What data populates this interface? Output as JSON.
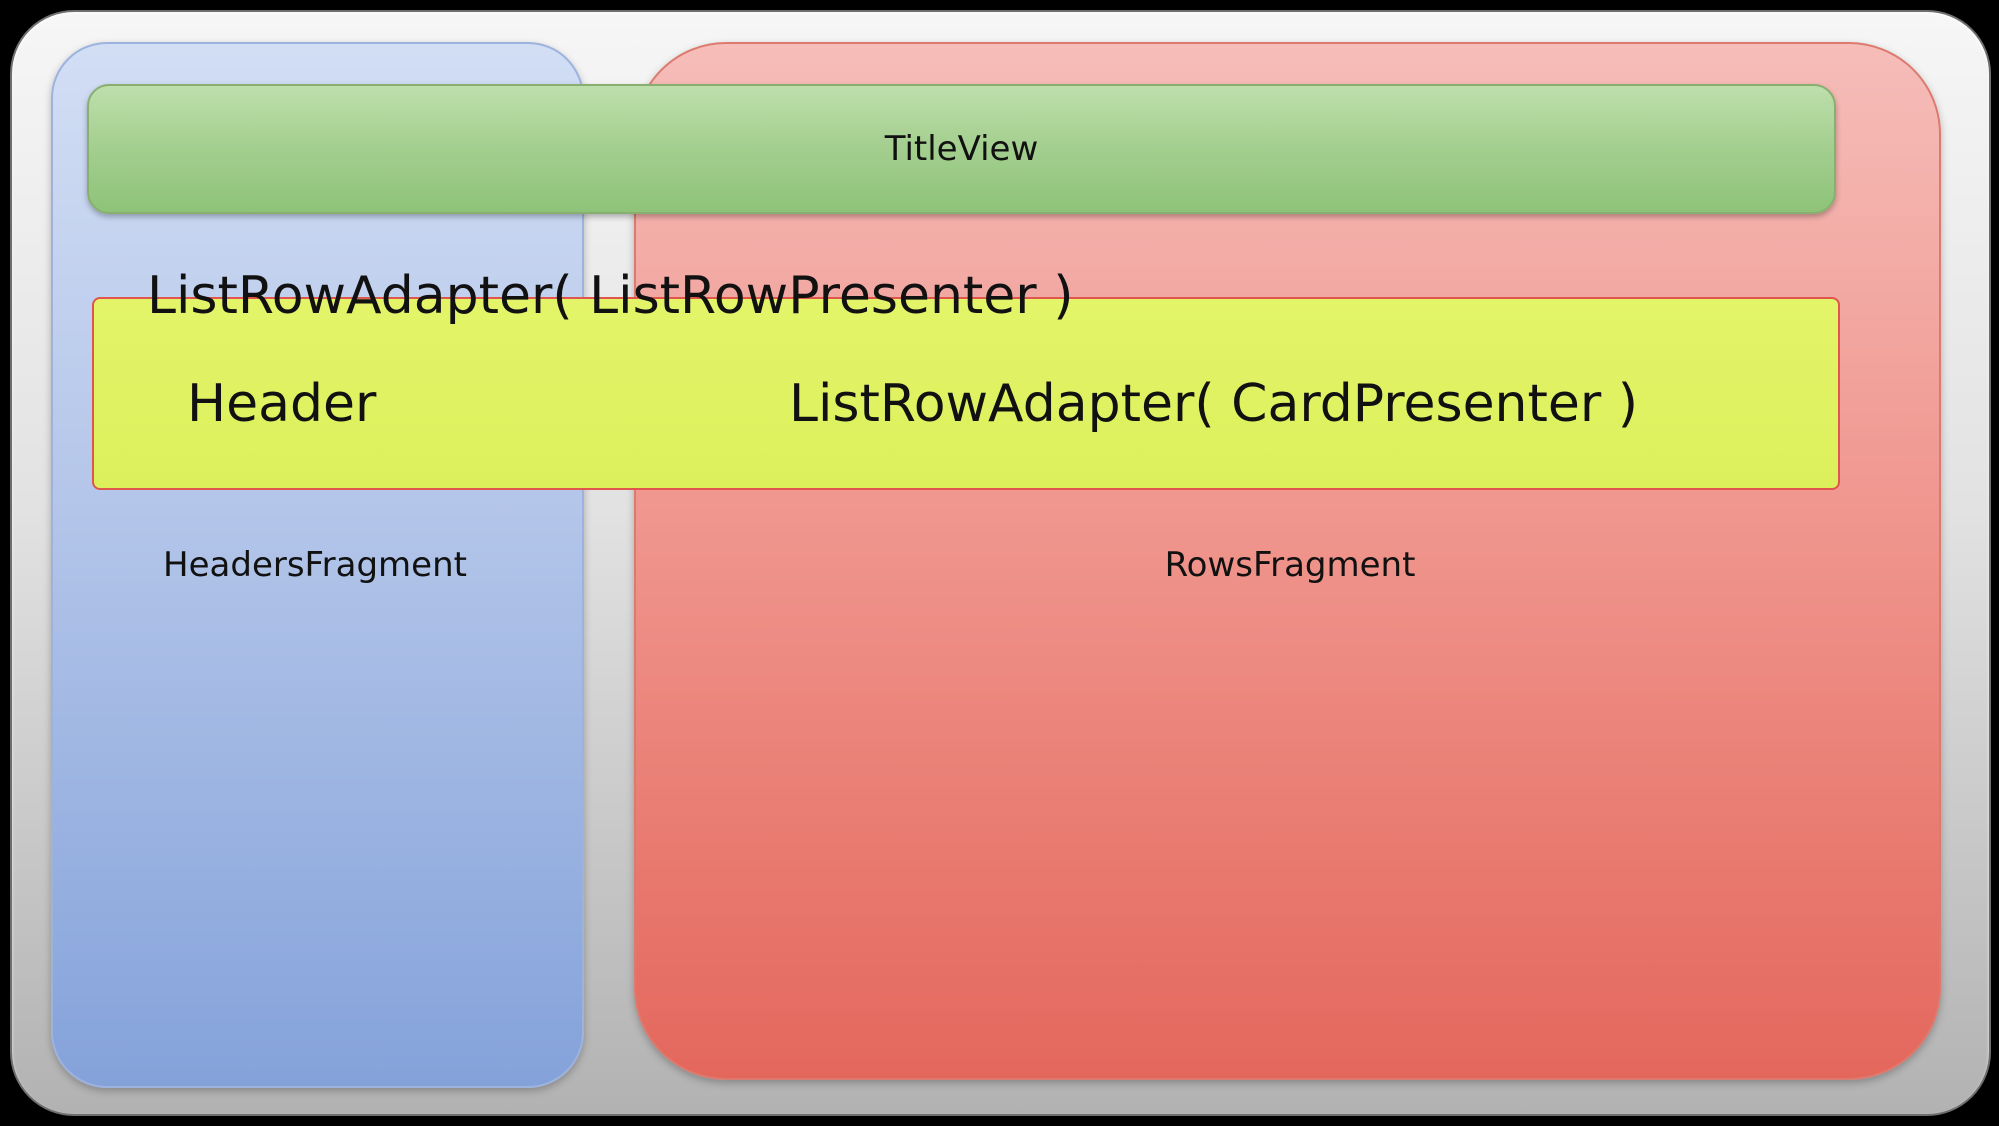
{
  "diagram": {
    "title_bar": {
      "label": "TitleView"
    },
    "adapter_caption": "ListRowAdapter( ListRowPresenter )",
    "adapter_bar": {
      "header_label": "Header",
      "card_adapter_label": "ListRowAdapter( CardPresenter )"
    },
    "headers_fragment": {
      "label": "HeadersFragment"
    },
    "rows_fragment": {
      "label": "RowsFragment"
    }
  },
  "colors": {
    "background": "#000000",
    "outer_panel_top": "#f6f6f6",
    "outer_panel_bottom": "#b2b2b2",
    "headers_box_top": "#d2def4",
    "headers_box_bottom": "#84a2da",
    "rows_box_top": "#f6bdb9",
    "rows_box_bottom": "#e4675c",
    "title_bar_top": "#bedfac",
    "title_bar_bottom": "#8ec379",
    "adapter_bar_fill": "#dcf05c",
    "adapter_bar_border": "#e0564e",
    "text": "#111111"
  }
}
